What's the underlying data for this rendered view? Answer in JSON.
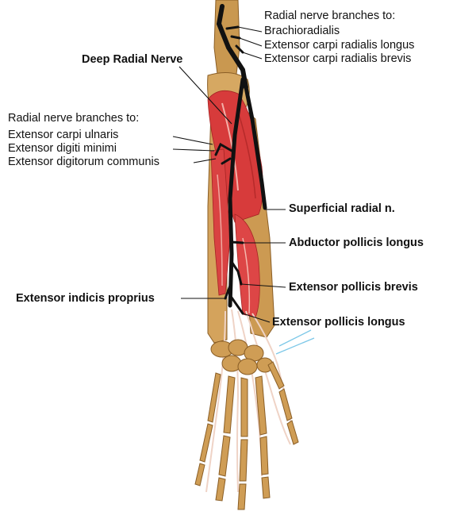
{
  "colors": {
    "bone": "#d0a25a",
    "bone_dark": "#9a6a2c",
    "muscle": "#d83a3a",
    "nerve": "#111111",
    "tendon": "#f1d7cc",
    "leader_blue": "#7ec8e8"
  },
  "labels": {
    "top_header": "Radial nerve branches to:",
    "brachioradialis": "Brachioradialis",
    "ecr_longus": "Extensor carpi radialis longus",
    "ecr_brevis": "Extensor carpi radialis brevis",
    "deep_radial_nerve": "Deep Radial Nerve",
    "left_header": "Radial nerve branches to:",
    "ecu": "Extensor carpi ulnaris",
    "edm": "Extensor digiti minimi",
    "edc": "Extensor digitorum communis",
    "superficial_radial": "Superficial radial n.",
    "abductor_pollicis_longus": "Abductor pollicis longus",
    "extensor_pollicis_brevis": "Extensor pollicis brevis",
    "extensor_indicis_proprius": "Extensor indicis proprius",
    "extensor_pollicis_longus": "Extensor pollicis longus"
  }
}
